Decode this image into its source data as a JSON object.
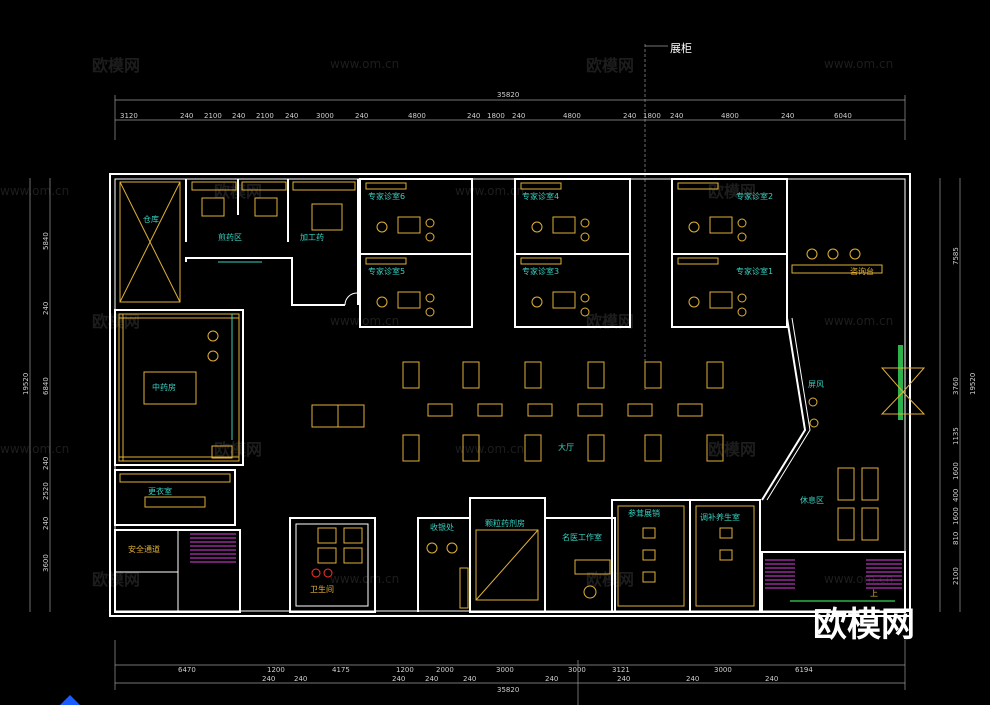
{
  "watermark": {
    "brand": "欧模网",
    "url": "www.om.cn"
  },
  "callout": "展柜",
  "brand_logo": "欧模网",
  "total_dim_top": "35820",
  "total_dim_bottom": "35820",
  "top_dims": [
    "3120",
    "240",
    "2100",
    "240",
    "2100",
    "240",
    "3000",
    "240",
    "4800",
    "240",
    "1800",
    "240",
    "4800",
    "240",
    "1800",
    "240",
    "4800",
    "240",
    "6040"
  ],
  "bottom_dims_row1": [
    "6470",
    "1200",
    "4175",
    "1200",
    "2000",
    "3000",
    "3000",
    "3121",
    "3000",
    "6194"
  ],
  "bottom_dims_row2": [
    "240",
    "240",
    "240",
    "240",
    "240",
    "240",
    "240",
    "240",
    "240"
  ],
  "left_dims": [
    "5840",
    "240",
    "6840",
    "240",
    "2520",
    "240",
    "3600"
  ],
  "left_total": "19520",
  "right_dims": [
    "7585",
    "3760",
    "1135",
    "1600",
    "400",
    "1600",
    "810",
    "2100"
  ],
  "right_total": "19520",
  "rooms": {
    "storage": "仓库",
    "herb_area": "煎药区",
    "processing": "加工药",
    "expert_6": "专家诊室6",
    "expert_5": "专家诊室5",
    "expert_4": "专家诊室4",
    "expert_3": "专家诊室3",
    "expert_2": "专家诊室2",
    "expert_1": "专家诊室1",
    "consult": "咨询台",
    "tcm_pharmacy": "中药房",
    "hall": "大厅",
    "locker": "更衣室",
    "safe_passage": "安全通道",
    "toilet": "卫生间",
    "cashier": "收银处",
    "granule": "颗粒药剂房",
    "famous_doctor": "名医工作室",
    "ginseng": "参茸展销",
    "nourish": "调补养生室",
    "rest": "休息区",
    "screen": "屏风",
    "up": "上"
  }
}
